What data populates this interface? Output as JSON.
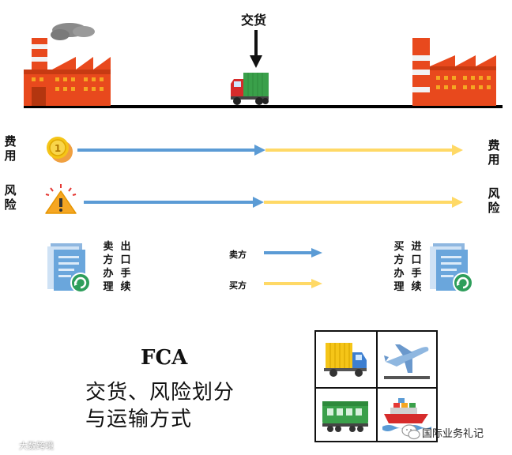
{
  "top": {
    "delivery_label": "交货"
  },
  "rows": {
    "cost": {
      "left_label": "费用",
      "right_label": "费用"
    },
    "risk": {
      "left_label": "风险",
      "right_label": "风险"
    }
  },
  "export_box": {
    "col1": "卖方办理",
    "col2": "出口手续"
  },
  "import_box": {
    "col1": "买方办理",
    "col2": "进口手续"
  },
  "legend": {
    "seller": "卖方",
    "buyer": "买方"
  },
  "caption": {
    "title": "FCA",
    "line1": "交货、风险划分",
    "line2": "与运输方式"
  },
  "watermark": {
    "right": "国际业务礼记",
    "left": "大数跨境"
  },
  "colors": {
    "seller_arrow": "#5b9bd5",
    "buyer_arrow": "#ffd966",
    "factory": "#e8491d",
    "ground": "#000000"
  },
  "icons": [
    "factory-icon",
    "truck-icon",
    "coin-icon",
    "warning-icon",
    "document-icon",
    "airplane-icon",
    "train-icon",
    "ship-icon"
  ]
}
